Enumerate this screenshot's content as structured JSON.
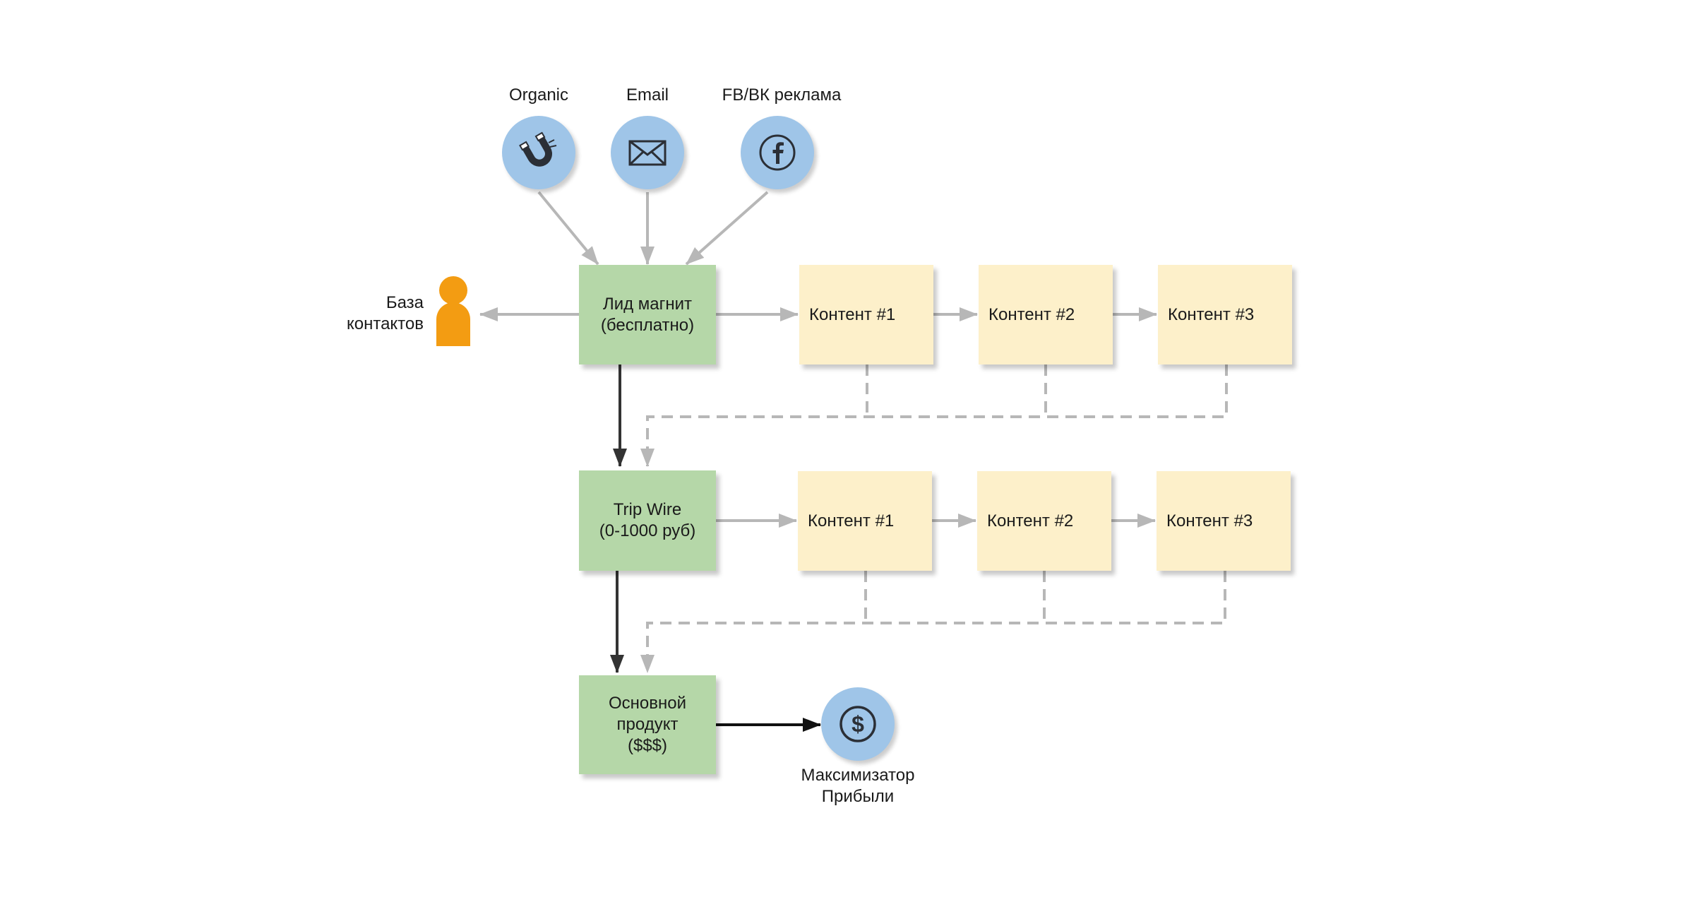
{
  "sources": [
    {
      "label": "Organic",
      "icon": "magnet-icon"
    },
    {
      "label": "Email",
      "icon": "envelope-icon"
    },
    {
      "label": "FB/ВК реклама",
      "icon": "facebook-icon"
    }
  ],
  "contacts": {
    "label_line1": "База",
    "label_line2": "контактов",
    "icon": "person-icon",
    "color": "#f39c12"
  },
  "stages": {
    "lead_magnet": {
      "line1": "Лид магнит",
      "line2": "(бесплатно)"
    },
    "trip_wire": {
      "line1": "Trip Wire",
      "line2": "(0-1000 руб)"
    },
    "core_product": {
      "line1": "Основной",
      "line2": "продукт",
      "line3": "($$$)"
    }
  },
  "content_rows": [
    [
      "Контент #1",
      "Контент #2",
      "Контент #3"
    ],
    [
      "Контент #1",
      "Контент #2",
      "Контент #3"
    ]
  ],
  "profit": {
    "label_line1": "Максимизатор",
    "label_line2": "Прибыли",
    "icon": "dollar-coin-icon"
  },
  "colors": {
    "stage_green": "#b5d7a8",
    "content_yellow": "#fdf0ca",
    "icon_blue": "#9fc5e8",
    "contact_orange": "#f39c12",
    "arrow_gray": "#b7b7b7",
    "arrow_dark": "#333333"
  }
}
